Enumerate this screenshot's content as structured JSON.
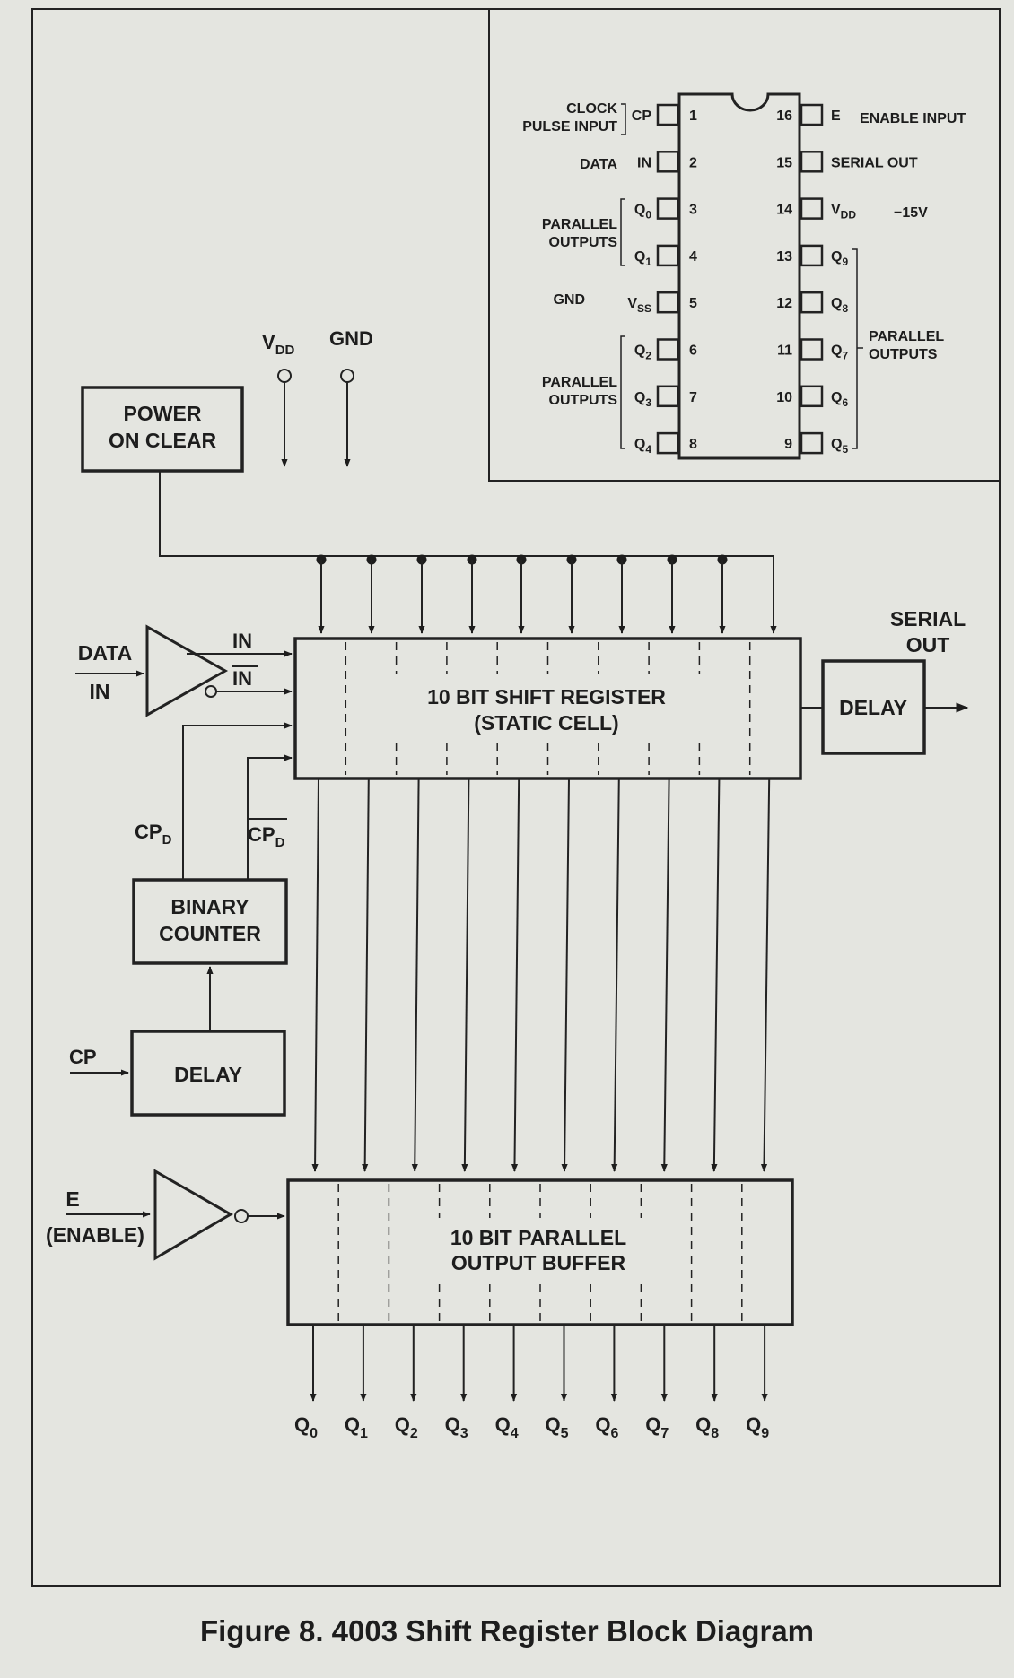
{
  "caption": "Figure 8. 4003 Shift Register Block Diagram",
  "blocks": {
    "power_on_clear": [
      "POWER",
      "ON CLEAR"
    ],
    "shift_register": [
      "10 BIT SHIFT REGISTER",
      "(STATIC CELL)"
    ],
    "serial_delay": "DELAY",
    "binary_counter": [
      "BINARY",
      "COUNTER"
    ],
    "cp_delay": "DELAY",
    "output_buffer": [
      "10 BIT PARALLEL",
      "OUTPUT BUFFER"
    ]
  },
  "signals": {
    "vdd": "V",
    "vdd_sub": "DD",
    "gnd": "GND",
    "data_in": [
      "DATA",
      "IN"
    ],
    "in": "IN",
    "in_bar": "IN",
    "cpd": "CP",
    "cpd_sub": "D",
    "cpd_bar": "CP",
    "cpd_bar_sub": "D",
    "cp": "CP",
    "enable": [
      "E",
      "(ENABLE)"
    ],
    "serial_out": [
      "SERIAL",
      "OUT"
    ]
  },
  "outputs": [
    {
      "name": "Q",
      "sub": "0"
    },
    {
      "name": "Q",
      "sub": "1"
    },
    {
      "name": "Q",
      "sub": "2"
    },
    {
      "name": "Q",
      "sub": "3"
    },
    {
      "name": "Q",
      "sub": "4"
    },
    {
      "name": "Q",
      "sub": "5"
    },
    {
      "name": "Q",
      "sub": "6"
    },
    {
      "name": "Q",
      "sub": "7"
    },
    {
      "name": "Q",
      "sub": "8"
    },
    {
      "name": "Q",
      "sub": "9"
    }
  ],
  "pinout": {
    "left": [
      {
        "num": "1",
        "sym": "CP",
        "sub": ""
      },
      {
        "num": "2",
        "sym": "IN",
        "sub": ""
      },
      {
        "num": "3",
        "sym": "Q",
        "sub": "0"
      },
      {
        "num": "4",
        "sym": "Q",
        "sub": "1"
      },
      {
        "num": "5",
        "sym": "V",
        "sub": "SS"
      },
      {
        "num": "6",
        "sym": "Q",
        "sub": "2"
      },
      {
        "num": "7",
        "sym": "Q",
        "sub": "3"
      },
      {
        "num": "8",
        "sym": "Q",
        "sub": "4"
      }
    ],
    "right": [
      {
        "num": "16",
        "sym": "E",
        "sub": ""
      },
      {
        "num": "15",
        "sym": "SERIAL OUT",
        "sub": ""
      },
      {
        "num": "14",
        "sym": "V",
        "sub": "DD"
      },
      {
        "num": "13",
        "sym": "Q",
        "sub": "9"
      },
      {
        "num": "12",
        "sym": "Q",
        "sub": "8"
      },
      {
        "num": "11",
        "sym": "Q",
        "sub": "7"
      },
      {
        "num": "10",
        "sym": "Q",
        "sub": "6"
      },
      {
        "num": "9",
        "sym": "Q",
        "sub": "5"
      }
    ],
    "left_labels": {
      "clock": [
        "CLOCK",
        "PULSE INPUT"
      ],
      "data": "DATA",
      "par_a": [
        "PARALLEL",
        "OUTPUTS"
      ],
      "gnd": "GND",
      "par_b": [
        "PARALLEL",
        "OUTPUTS"
      ]
    },
    "right_labels": {
      "enable": "ENABLE INPUT",
      "voltage": "−15V",
      "par": [
        "PARALLEL",
        "OUTPUTS"
      ]
    }
  }
}
